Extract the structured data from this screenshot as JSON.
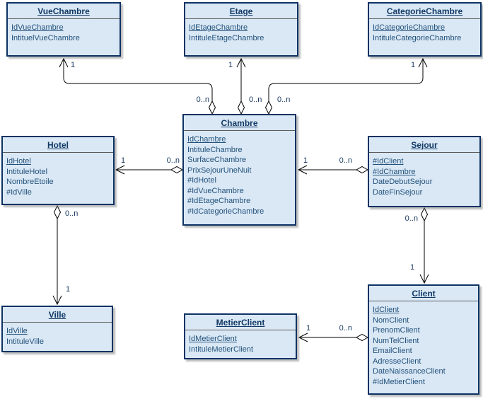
{
  "diagram": {
    "entities": [
      {
        "name": "VueChambre",
        "attributes": [
          {
            "name": "IdVueChambre",
            "key": true
          },
          {
            "name": "IntituelVueChambre",
            "key": false
          }
        ]
      },
      {
        "name": "Etage",
        "attributes": [
          {
            "name": "IdEtageChambre",
            "key": true
          },
          {
            "name": "IntituleEtageChambre",
            "key": false
          }
        ]
      },
      {
        "name": "CategorieChambre",
        "attributes": [
          {
            "name": "IdCategorieChambre",
            "key": true
          },
          {
            "name": "IntituleCategorieChambre",
            "key": false
          }
        ]
      },
      {
        "name": "Chambre",
        "attributes": [
          {
            "name": "IdChambre",
            "key": true
          },
          {
            "name": "IntituleChambre",
            "key": false
          },
          {
            "name": "SurfaceChambre",
            "key": false
          },
          {
            "name": "PrixSejourUneNuit",
            "key": false
          },
          {
            "name": "#IdHotel",
            "key": false
          },
          {
            "name": "#IdVueChambre",
            "key": false
          },
          {
            "name": "#IdEtageChambre",
            "key": false
          },
          {
            "name": "#IdCategorieChambre",
            "key": false
          }
        ]
      },
      {
        "name": "Hotel",
        "attributes": [
          {
            "name": "IdHotel",
            "key": true
          },
          {
            "name": "IntituleHotel",
            "key": false
          },
          {
            "name": "NombreEtoile",
            "key": false
          },
          {
            "name": "#IdVille",
            "key": false
          }
        ]
      },
      {
        "name": "Sejour",
        "attributes": [
          {
            "name": "#IdClient",
            "key": true
          },
          {
            "name": "#IdChambre",
            "key": true
          },
          {
            "name": "DateDebutSejour",
            "key": false
          },
          {
            "name": "DateFinSejour",
            "key": false
          }
        ]
      },
      {
        "name": "Ville",
        "attributes": [
          {
            "name": "IdVille",
            "key": true
          },
          {
            "name": "IntituleVille",
            "key": false
          }
        ]
      },
      {
        "name": "MetierClient",
        "attributes": [
          {
            "name": "IdMetierClient",
            "key": true
          },
          {
            "name": "IntituleMetierClient",
            "key": false
          }
        ]
      },
      {
        "name": "Client",
        "attributes": [
          {
            "name": "IdClient",
            "key": true
          },
          {
            "name": "NomClient",
            "key": false
          },
          {
            "name": "PrenomClient",
            "key": false
          },
          {
            "name": "NumTelClient",
            "key": false
          },
          {
            "name": "EmailClient",
            "key": false
          },
          {
            "name": "AdresseClient",
            "key": false
          },
          {
            "name": "DateNaissanceClient",
            "key": false
          },
          {
            "name": "#IdMetierClient",
            "key": false
          }
        ]
      }
    ],
    "relationships": [
      {
        "source": "Chambre",
        "target": "VueChambre",
        "source_card": "0..n",
        "target_card": "1"
      },
      {
        "source": "Chambre",
        "target": "Etage",
        "source_card": "0..n",
        "target_card": "1"
      },
      {
        "source": "Chambre",
        "target": "CategorieChambre",
        "source_card": "0..n",
        "target_card": "1"
      },
      {
        "source": "Chambre",
        "target": "Hotel",
        "source_card": "0..n",
        "target_card": "1"
      },
      {
        "source": "Sejour",
        "target": "Chambre",
        "source_card": "0..n",
        "target_card": "1"
      },
      {
        "source": "Hotel",
        "target": "Ville",
        "source_card": "0..n",
        "target_card": "1"
      },
      {
        "source": "Sejour",
        "target": "Client",
        "source_card": "0..n",
        "target_card": "1"
      },
      {
        "source": "Client",
        "target": "MetierClient",
        "source_card": "0..n",
        "target_card": "1"
      }
    ],
    "colors": {
      "entity_fill": "#dae8f5",
      "entity_border": "#0e3263",
      "title_text": "#123a66",
      "attribute_text": "#23527c",
      "label_text": "#17375e",
      "connector": "#000000"
    }
  }
}
